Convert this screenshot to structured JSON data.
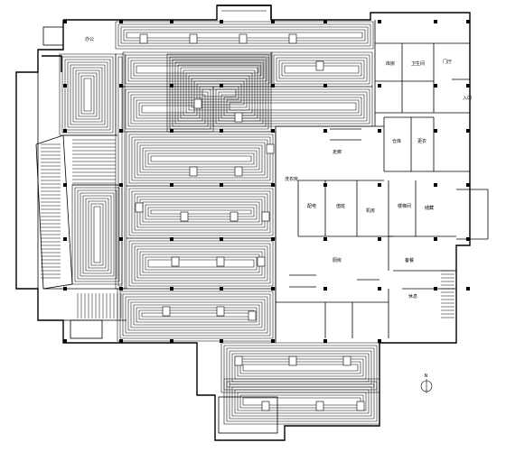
{
  "drawing": {
    "type": "floor-heating-plan",
    "colors": {
      "line": "#000000",
      "background": "#ffffff"
    },
    "north_arrow_label": "N",
    "room_labels": {
      "r1": "办公",
      "r2": "库房",
      "r3": "门厅",
      "r4": "卫生间",
      "r5": "仓库",
      "r6": "更衣",
      "r7": "走廊",
      "r8": "洗衣房",
      "r9": "配电",
      "r10": "值班",
      "r11": "机房",
      "r12": "楼梯间",
      "r13": "储藏",
      "r14": "厨房",
      "r15": "备餐",
      "r16": "休息",
      "r17": "入口"
    }
  }
}
